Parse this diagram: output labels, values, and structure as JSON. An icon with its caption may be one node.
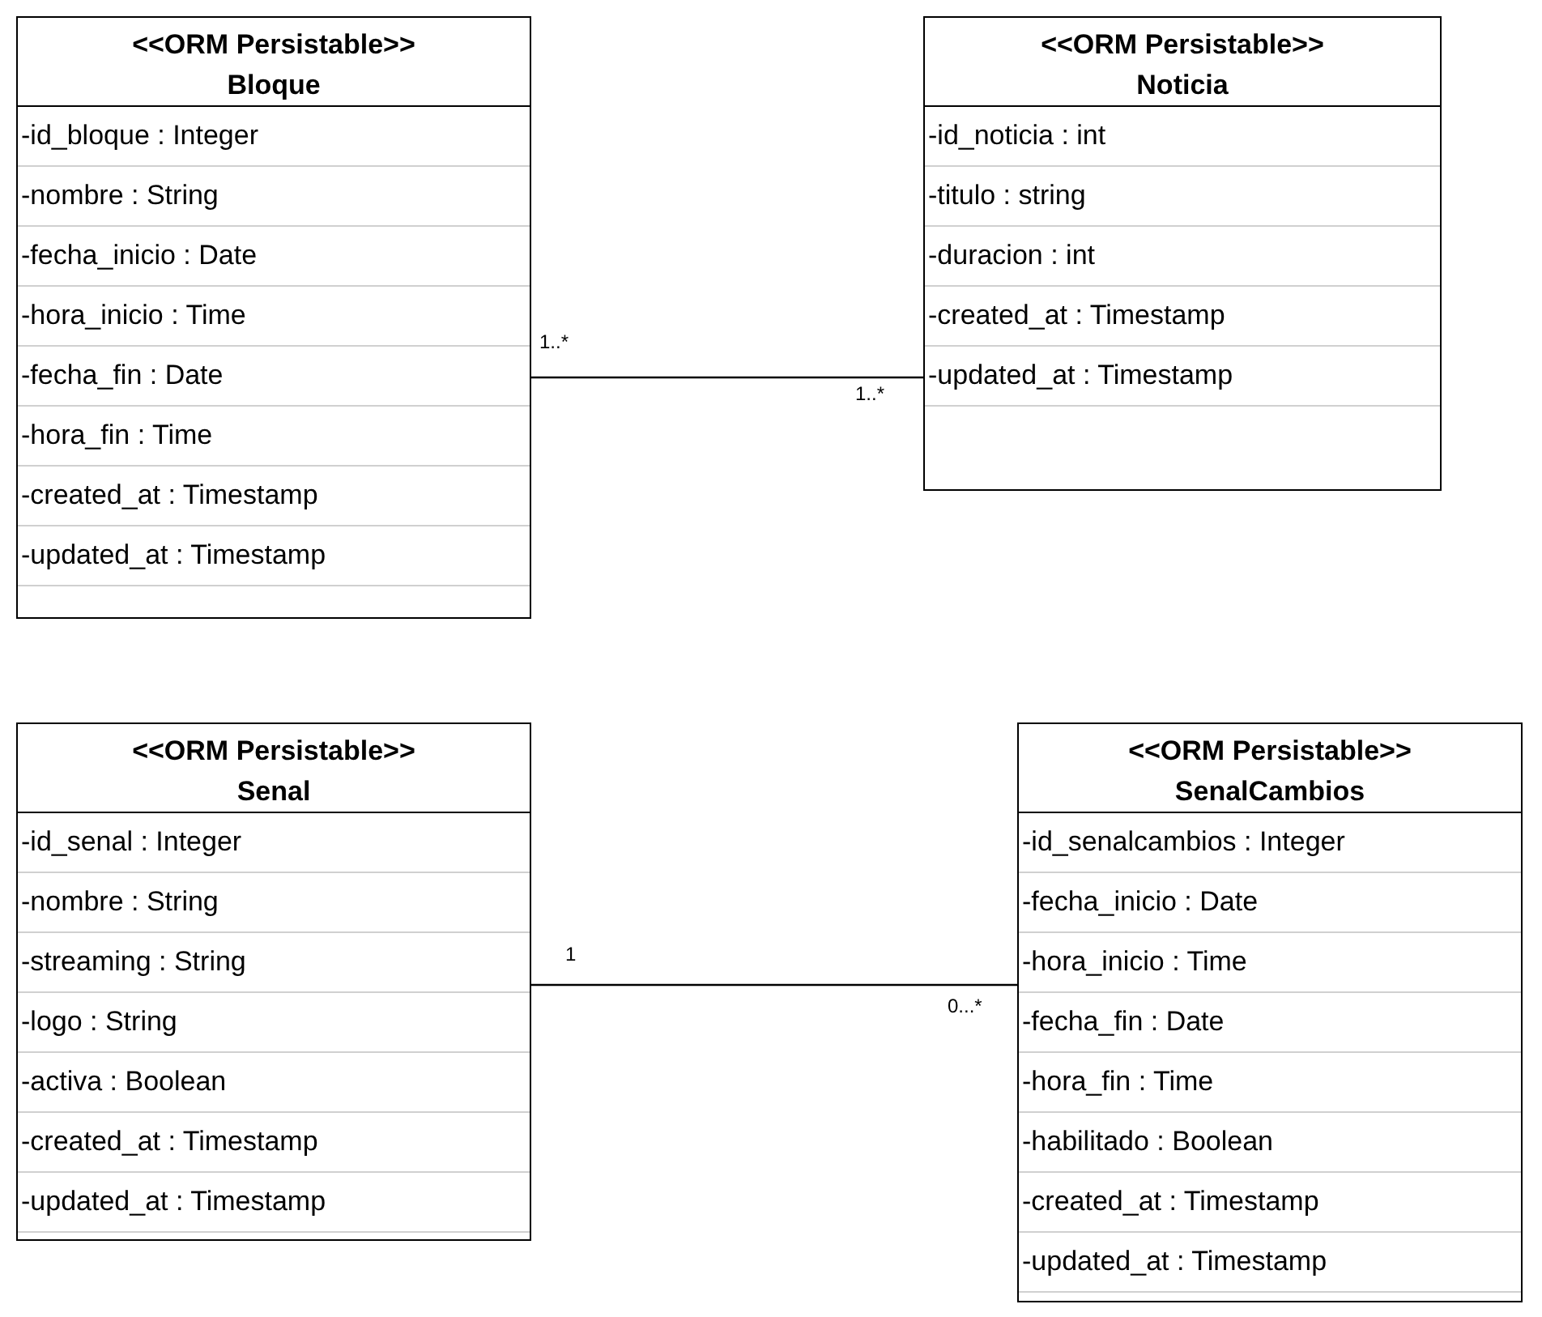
{
  "diagram": {
    "nodes": [
      {
        "text": [
          "<<ORM Persistable>>",
          "Bloque",
          "-id_bloque : Integer",
          "-nombre : String",
          "-fecha_inicio : Date",
          "-hora_inicio : Time",
          "-fecha_fin : Date",
          "-hora_fin : Time",
          "-created_at : Timestamp",
          "-updated_at : Timestamp"
        ]
      },
      {
        "text": [
          "<<ORM Persistable>>",
          "Noticia",
          "-id_noticia : int",
          "-titulo : string",
          "-duracion : int",
          "-created_at : Timestamp",
          "-updated_at : Timestamp"
        ]
      },
      {
        "text": [
          "<<ORM Persistable>>",
          "Senal",
          "-id_senal : Integer",
          "-nombre : String",
          "-streaming : String",
          "-logo : String",
          "-activa : Boolean",
          "-created_at : Timestamp",
          "-updated_at : Timestamp"
        ]
      },
      {
        "text": [
          "<<ORM Persistable>>",
          "SenalCambios",
          "-id_senalcambios : Integer",
          "-fecha_inicio : Date",
          "-hora_inicio : Time",
          "-fecha_fin : Date",
          "-hora_fin : Time",
          "-habilitado : Boolean",
          "-created_at : Timestamp",
          "-updated_at : Timestamp"
        ]
      }
    ],
    "edges": [
      {
        "from": 0,
        "to": 1,
        "arrow": "none"
      },
      {
        "from": 2,
        "to": 3,
        "arrow": "none"
      }
    ],
    "labels": [
      "1..*",
      "1..*",
      "1",
      "0...*"
    ]
  }
}
